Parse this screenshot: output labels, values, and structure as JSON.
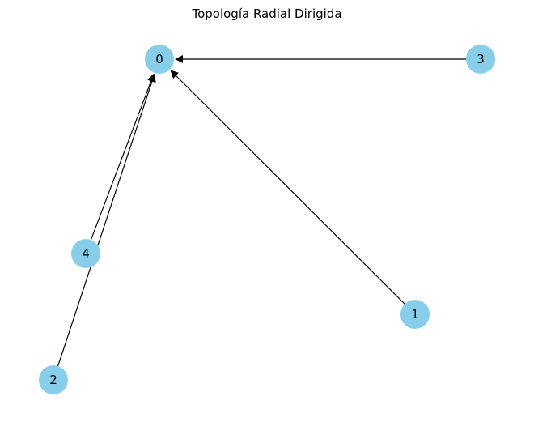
{
  "title": "Topología Radial Dirigida",
  "style": {
    "node_color": "#87CEEB",
    "edge_color": "#000000"
  },
  "nodes": [
    {
      "id": "0",
      "label": "0"
    },
    {
      "id": "1",
      "label": "1"
    },
    {
      "id": "2",
      "label": "2"
    },
    {
      "id": "3",
      "label": "3"
    },
    {
      "id": "4",
      "label": "4"
    }
  ],
  "edges": [
    {
      "from": "3",
      "to": "0",
      "arrow": true
    },
    {
      "from": "1",
      "to": "0",
      "arrow": true
    },
    {
      "from": "4",
      "to": "0",
      "arrow": true
    },
    {
      "from": "2",
      "to": "0",
      "arrow": true
    }
  ]
}
